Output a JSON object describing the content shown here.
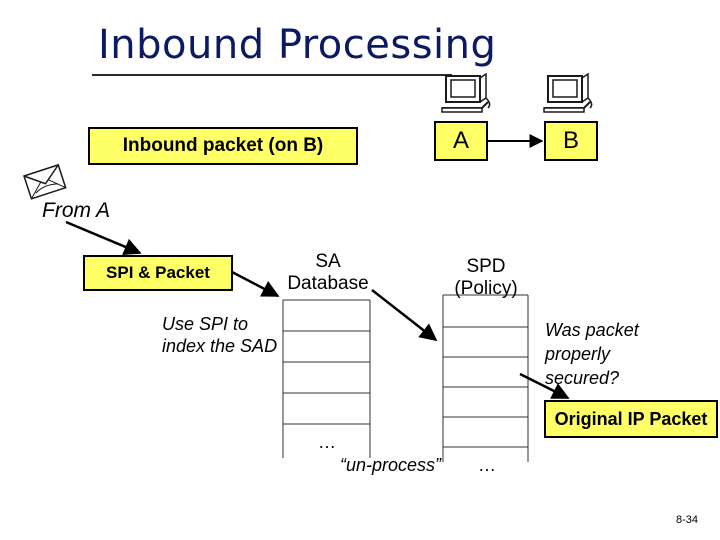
{
  "title": "Inbound Processing",
  "inbound_label": "Inbound packet (on B)",
  "host_a": "A",
  "host_b": "B",
  "from_a": "From A",
  "spi_packet": "SPI & Packet",
  "sa_line1": "SA",
  "sa_line2": "Database",
  "spd_line1": "SPD",
  "spd_line2": "(Policy)",
  "use_spi_line1": "Use SPI to",
  "use_spi_line2": "index the SAD",
  "was_line1": "Was packet",
  "was_line2": "properly",
  "was_line3": "secured?",
  "original_ip": "Original IP Packet",
  "ellipsis_sad": "…",
  "unprocess": "“un-process”",
  "ellipsis_spd": "…",
  "page_number": "8-34",
  "colors": {
    "title": "#0b1a63",
    "highlight": "#ffff66",
    "icon": "#1a1a1a"
  },
  "icons": [
    "computer-icon",
    "computer-icon",
    "envelope-icon"
  ]
}
